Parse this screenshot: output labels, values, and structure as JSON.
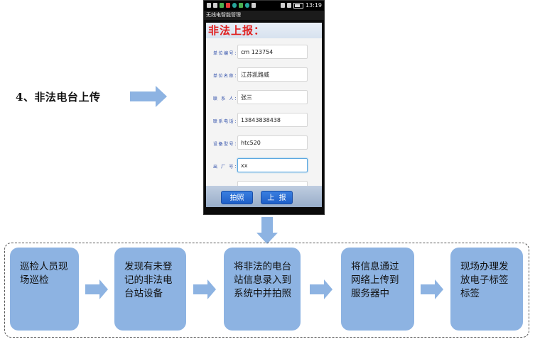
{
  "heading": "4、非法电台上传",
  "phone": {
    "status_time": "13:19",
    "app_title": "无线电智能管理",
    "form_title": "非法上报：",
    "fields": [
      {
        "label": "单位编号：",
        "value": "cm 123754"
      },
      {
        "label": "单位名称：",
        "value": "江苏凯路威"
      },
      {
        "label": "联 系 人：",
        "value": "张三"
      },
      {
        "label": "联系电话：",
        "value": "13843838438"
      },
      {
        "label": "设备型号：",
        "value": "htc520"
      },
      {
        "label": "出 厂 号：",
        "value": "xx"
      }
    ],
    "buttons": {
      "photo": "拍照",
      "report": "上  报"
    }
  },
  "flow": {
    "steps": [
      "巡检人员现场巡检",
      "发现有未登记的非法电台站设备",
      "将非法的电台站信息录入到系统中并拍照",
      "将信息通过网络上传到服务器中",
      "现场办理发放电子标签标签"
    ]
  },
  "colors": {
    "arrow": "#8db3e2",
    "step_fill": "#8db3e2",
    "title_red": "#e02020",
    "button_blue": "#2a6fd6"
  }
}
